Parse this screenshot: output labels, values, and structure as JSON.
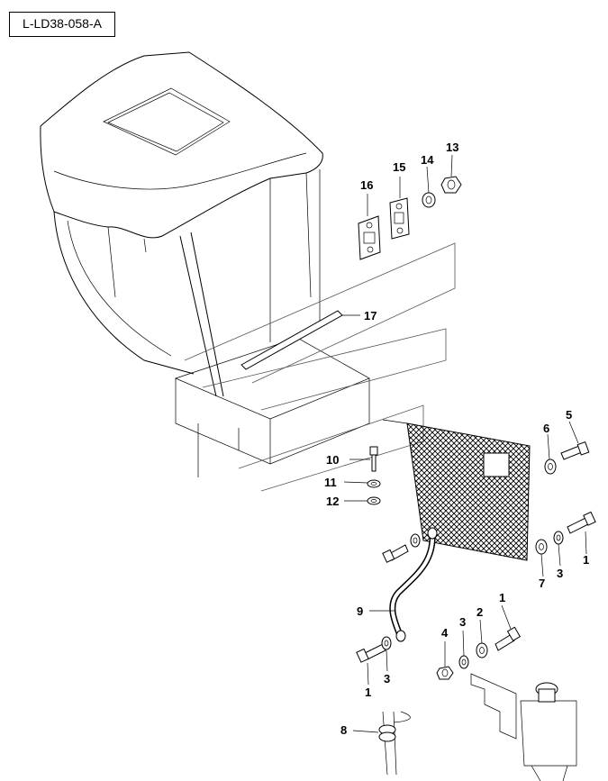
{
  "drawing_code": "L-LD38-058-A",
  "callouts": {
    "c1a": "1",
    "c1b": "1",
    "c1c": "1",
    "c2": "2",
    "c3a": "3",
    "c3b": "3",
    "c3c": "3",
    "c4": "4",
    "c5": "5",
    "c6": "6",
    "c7": "7",
    "c8": "8",
    "c9": "9",
    "c10": "10",
    "c11": "11",
    "c12": "12",
    "c13": "13",
    "c14": "14",
    "c15": "15",
    "c16": "16",
    "c17": "17"
  }
}
